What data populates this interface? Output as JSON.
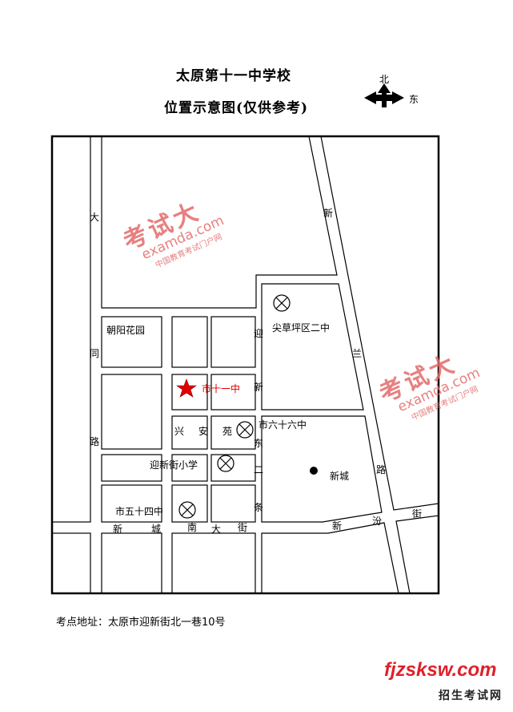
{
  "title": {
    "line1": "太原第十一中学校",
    "line2": "位置示意图(仅供参考)"
  },
  "compass": {
    "north": "北",
    "east": "东"
  },
  "roads": {
    "datong_lu": [
      "大",
      "同",
      "路"
    ],
    "yingxin": [
      "迎",
      "新",
      "东",
      "二",
      "条"
    ],
    "xinlan_lu": [
      "新",
      "兰",
      "路"
    ],
    "xincheng_nan_dajie": [
      "新",
      "城",
      "南",
      "大",
      "街"
    ],
    "xinfen_jie": [
      "新",
      "汾",
      "街"
    ]
  },
  "places": {
    "chaoyang": "朝阳花园",
    "target_school": "市十一中",
    "jiancaoping": "尖草坪区二中",
    "shi66": "市六十六中",
    "xinganyuan": [
      "兴",
      "安",
      "苑"
    ],
    "yingxinjie_xiaoxue": "迎新街小学",
    "shi54": "市五十四中",
    "xincheng": "新城"
  },
  "colors": {
    "target": "#e00000",
    "watermark": "#e36a6a",
    "brand": "#e0202a"
  },
  "footer": {
    "address": "考点地址：太原市迎新街北一巷10号"
  },
  "watermark": {
    "big": "考试大",
    "domain": "examda.com",
    "sub": "中国教育考试门户网"
  },
  "brand": {
    "domain": "fjzsksw.com",
    "name": "招生考试网"
  }
}
